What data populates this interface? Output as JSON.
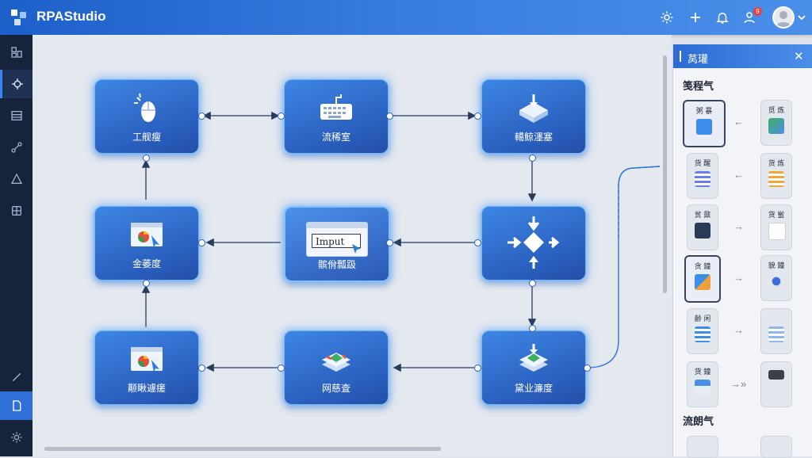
{
  "app": {
    "title": "RPAStudio",
    "notification_count": "9"
  },
  "toolbar": {
    "icons": [
      "settings-icon",
      "plus-icon",
      "bell-icon",
      "user-alert-icon",
      "avatar",
      "chevron-down-icon"
    ]
  },
  "sidebar": {
    "items": [
      "layout-icon",
      "automation-icon",
      "list-icon",
      "flow-icon",
      "triangle-icon",
      "puzzle-icon",
      "tools-icon",
      "document-icon",
      "gear-icon"
    ]
  },
  "nodes": [
    {
      "label": "工舰瘦",
      "icon": "mouse-click-icon"
    },
    {
      "label": "流稀室",
      "icon": "keyboard-icon"
    },
    {
      "label": "轕鲸濹塞",
      "icon": "data-box-icon"
    },
    {
      "label": "金萎度",
      "icon": "browser-click-icon"
    },
    {
      "label": "髌佾瓢趿",
      "icon": "input-field-icon",
      "input_text": "Impu‍t"
    },
    {
      "label": "",
      "icon": "decision-icon"
    },
    {
      "label": "颟瞅遽瘥",
      "icon": "browser-click-icon"
    },
    {
      "label": "网慈査",
      "icon": "layers-icon"
    },
    {
      "label": "黛业濂度",
      "icon": "layers-icon"
    }
  ],
  "panel": {
    "title": "莴瓘",
    "close": "✕",
    "section1": "笺程气",
    "section2": "流朗气",
    "cards": [
      [
        "粥 暴",
        "觅 炼"
      ],
      [
        "货 醒",
        "货 炼"
      ],
      [
        "贫 鼐",
        "货 鲎"
      ],
      [
        "贪 鐘",
        "貌 鐘"
      ],
      [
        "齢 闲",
        ""
      ],
      [
        "货 鐘",
        ""
      ]
    ],
    "arrows": [
      "←",
      "←",
      "→",
      "→",
      "→",
      "→»"
    ]
  }
}
